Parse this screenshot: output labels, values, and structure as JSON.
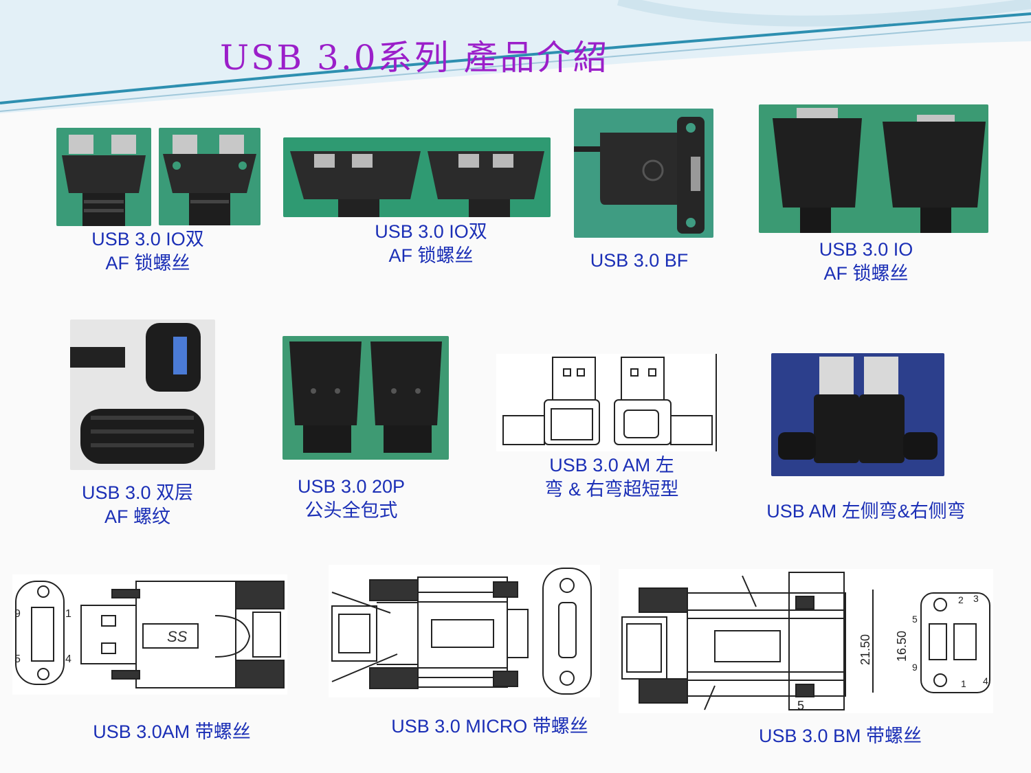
{
  "title": "USB 3.0系列 產品介紹",
  "colors": {
    "title": "#9b1fc9",
    "caption": "#1b2fb6",
    "accent": "#2d8fb0"
  },
  "products": [
    {
      "lines": [
        "USB 3.0 IO双",
        "AF 锁螺丝"
      ]
    },
    {
      "lines": [
        "USB 3.0 IO双",
        "AF 锁螺丝"
      ]
    },
    {
      "lines": [
        "USB 3.0 BF"
      ]
    },
    {
      "lines": [
        "USB 3.0 IO",
        "AF 锁螺丝"
      ]
    },
    {
      "lines": [
        "USB 3.0 双层",
        "AF 螺纹"
      ]
    },
    {
      "lines": [
        "USB 3.0 20P",
        "公头全包式"
      ]
    },
    {
      "lines": [
        "USB 3.0 AM 左",
        "弯 & 右弯超短型"
      ]
    },
    {
      "lines": [
        "USB AM 左侧弯&右侧弯"
      ]
    },
    {
      "lines": [
        "USB 3.0AM 带螺丝"
      ]
    },
    {
      "lines": [
        "USB 3.0 MICRO 带螺丝"
      ]
    },
    {
      "lines": [
        "USB 3.0 BM 带螺丝"
      ]
    }
  ],
  "drawing_labels": {
    "am_pins": [
      "9",
      "1",
      "5",
      "4"
    ],
    "bm_dims": [
      "21.50",
      "16.50",
      "5"
    ],
    "bm_pins": [
      "2",
      "3",
      "5",
      "9",
      "1",
      "4"
    ]
  }
}
